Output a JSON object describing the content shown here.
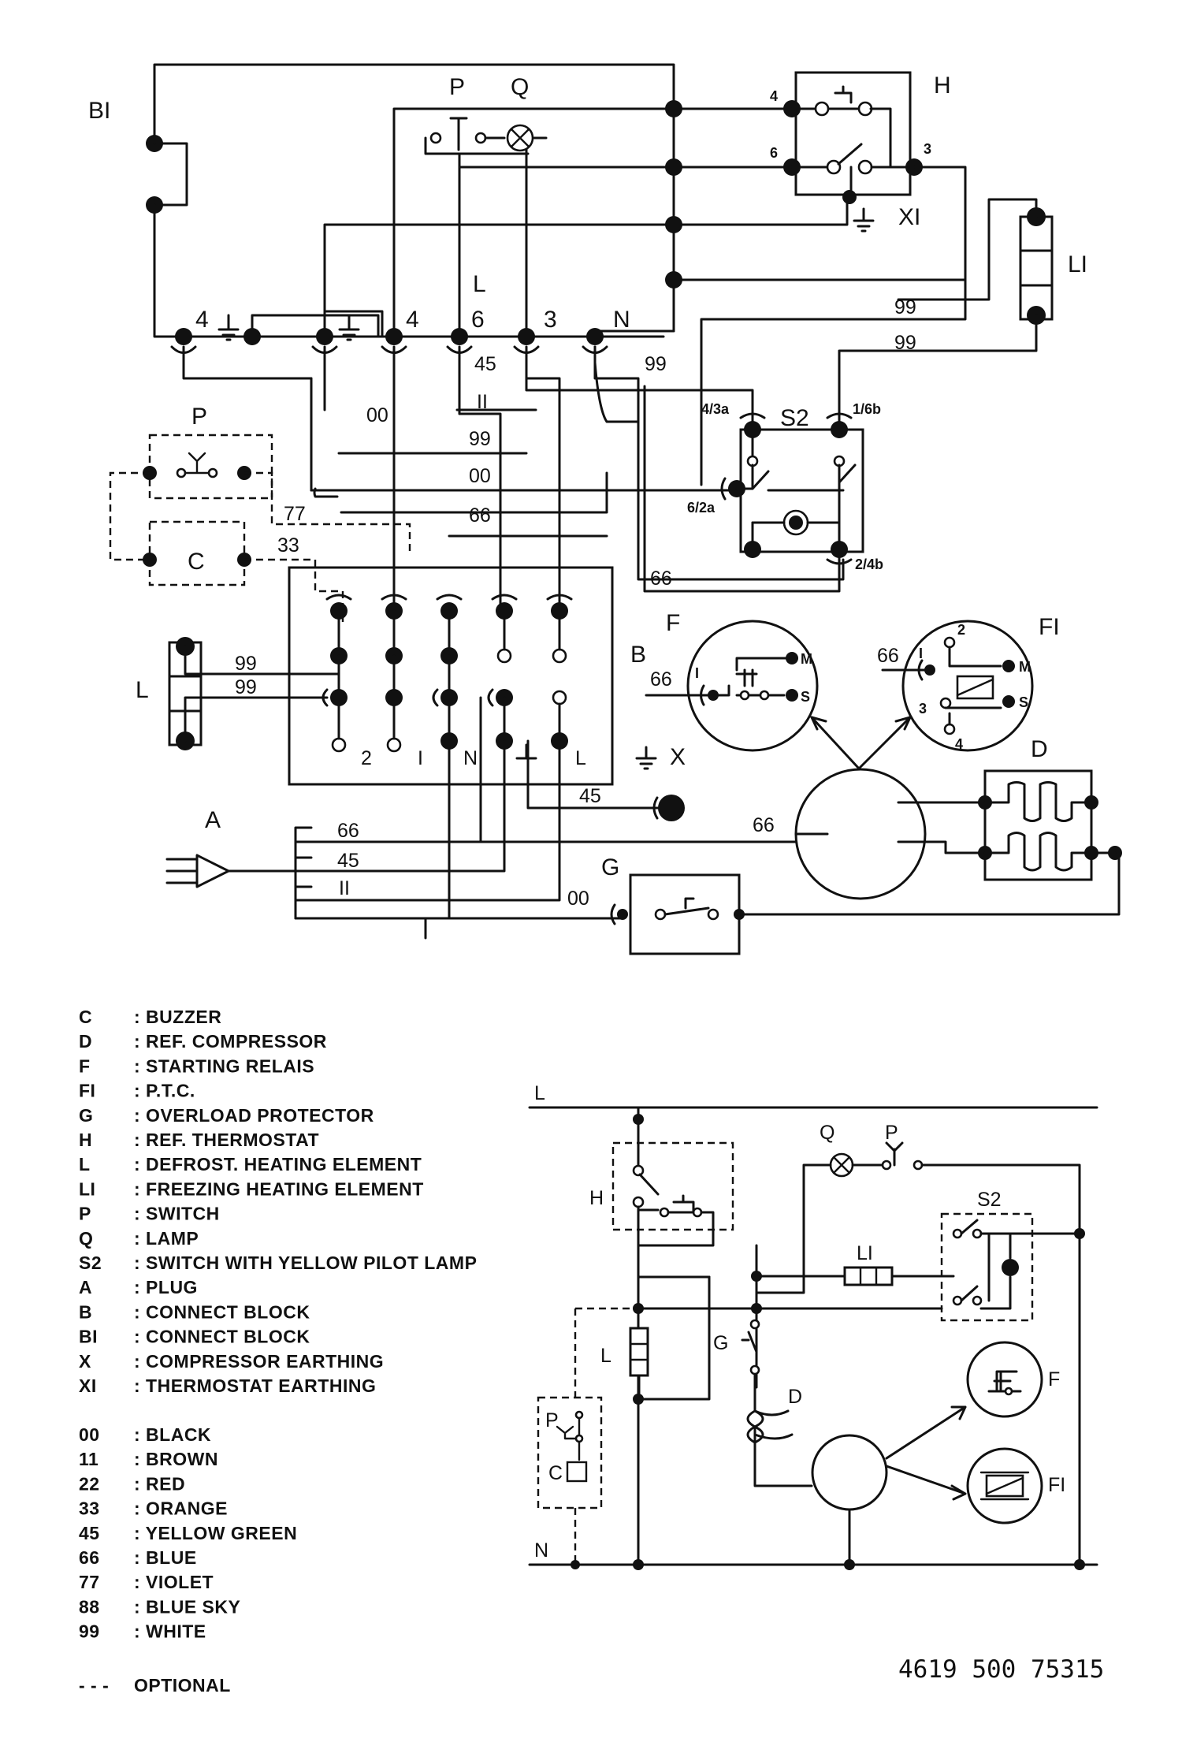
{
  "labels": {
    "BI": "BI",
    "P": "P",
    "Q": "Q",
    "H": "H",
    "XI": "XI",
    "LI": "LI",
    "L": "L",
    "S2": "S2",
    "C": "C",
    "B": "B",
    "F": "F",
    "FI": "FI",
    "X": "X",
    "D": "D",
    "A": "A",
    "G": "G",
    "N": "N",
    "S2_4_3a": "4/3a",
    "S2_1_6b": "1/6b",
    "S2_6_2a": "6/2a",
    "S2_2_4b": "2/4b",
    "H_pin4": "4",
    "H_pin6": "6",
    "H_pin3": "3",
    "block_top": [
      "4",
      "4",
      "6",
      "3",
      "N"
    ],
    "block_bottom": [
      "2",
      "I",
      "N",
      "L"
    ],
    "relay_M": "M",
    "relay_S": "S",
    "relay_I": "I",
    "ptc_1": "I",
    "ptc_2": "2",
    "ptc_3": "3",
    "ptc_4": "4",
    "ptc_M": "M",
    "ptc_S": "S"
  },
  "wire_codes": {
    "w99a": "99",
    "w99b": "99",
    "w99c": "99",
    "w99d": "99",
    "w99e": "99",
    "w99f": "99",
    "w45a": "45",
    "w45b": "45",
    "w45c": "45",
    "w00a": "00",
    "w00b": "00",
    "w00c": "00",
    "w11a": "II",
    "w11b": "II",
    "w66a": "66",
    "w66b": "66",
    "w66c": "66",
    "w66d": "66",
    "w66e": "66",
    "w66f": "66",
    "w77": "77",
    "w33": "33"
  },
  "legend": {
    "components": [
      {
        "code": "C",
        "desc": ": BUZZER"
      },
      {
        "code": "D",
        "desc": ": REF. COMPRESSOR"
      },
      {
        "code": "F",
        "desc": ": STARTING RELAIS"
      },
      {
        "code": "FI",
        "desc": ": P.T.C."
      },
      {
        "code": "G",
        "desc": ": OVERLOAD PROTECTOR"
      },
      {
        "code": "H",
        "desc": ": REF. THERMOSTAT"
      },
      {
        "code": "L",
        "desc": ": DEFROST. HEATING ELEMENT"
      },
      {
        "code": "LI",
        "desc": ": FREEZING HEATING ELEMENT"
      },
      {
        "code": "P",
        "desc": ": SWITCH"
      },
      {
        "code": "Q",
        "desc": ": LAMP"
      },
      {
        "code": "S2",
        "desc": ": SWITCH WITH YELLOW PILOT LAMP"
      },
      {
        "code": "A",
        "desc": ": PLUG"
      },
      {
        "code": "B",
        "desc": ": CONNECT BLOCK"
      },
      {
        "code": "BI",
        "desc": ": CONNECT BLOCK"
      },
      {
        "code": "X",
        "desc": ": COMPRESSOR EARTHING"
      },
      {
        "code": "XI",
        "desc": ": THERMOSTAT EARTHING"
      }
    ],
    "colors": [
      {
        "code": "00",
        "desc": ": BLACK"
      },
      {
        "code": "11",
        "desc": ": BROWN"
      },
      {
        "code": "22",
        "desc": ": RED"
      },
      {
        "code": "33",
        "desc": ": ORANGE"
      },
      {
        "code": "45",
        "desc": ": YELLOW GREEN"
      },
      {
        "code": "66",
        "desc": ": BLUE"
      },
      {
        "code": "77",
        "desc": ": VIOLET"
      },
      {
        "code": "88",
        "desc": ": BLUE SKY"
      },
      {
        "code": "99",
        "desc": ": WHITE"
      }
    ],
    "optional": {
      "symbol": "- - -",
      "desc": "OPTIONAL"
    }
  },
  "schematic": {
    "L": "L",
    "N": "N",
    "H": "H",
    "Q": "Q",
    "P": "P",
    "S2": "S2",
    "LI": "LI",
    "G": "G",
    "L2": "L",
    "D": "D",
    "F": "F",
    "FI": "FI",
    "Popt": "P",
    "C": "C"
  },
  "part_number": "4619 500 75315"
}
